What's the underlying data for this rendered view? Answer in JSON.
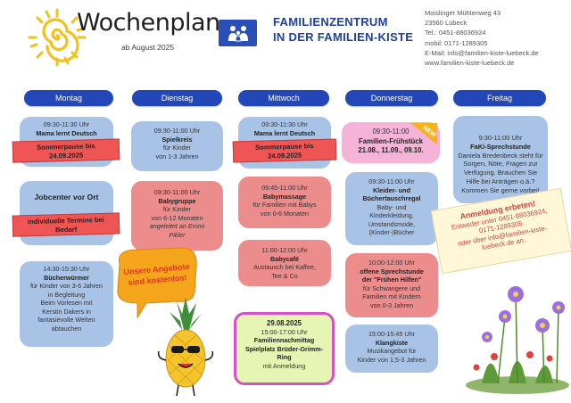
{
  "header": {
    "title": "Wochenplan",
    "subtitle": "ab August 2025",
    "center_name_1": "FAMILIENZENTRUM",
    "center_name_2": "IN DER FAMILIEN-KISTE",
    "contact": [
      "Moislinger Mühlenweg 43",
      "23560 Lübeck",
      "Tel.: 0451-88036924",
      "mobil: 0171-1289305",
      "E-Mail: info@familien-kiste-luebeck.de",
      "www.familien-kiste-luebeck.de"
    ]
  },
  "days": [
    "Montag",
    "Dienstag",
    "Mittwoch",
    "Donnerstag",
    "Freitag"
  ],
  "cards": {
    "mo1": [
      "09:30-11:30 Uhr",
      "Mama lernt Deutsch"
    ],
    "mo1_banner": [
      "Sommerpause bis",
      "24.09.2025"
    ],
    "mo2": [
      "Jobcenter vor Ort"
    ],
    "mo2_banner": [
      "individuelle Termine bei",
      "Bedarf"
    ],
    "mo3": [
      "14:30-15:30 Uhr",
      "Bücherwürmer",
      "für Kinder von 3-6 Jahren",
      "in Begleitung",
      "Beim Vorlesen mit",
      "Kerstin Dakers in",
      "fantasievolle Welten",
      "abtauchen"
    ],
    "di1": [
      "09:30-11:00 Uhr",
      "Spielkreis",
      "für Kinder",
      "von 1-3 Jahren"
    ],
    "di2": [
      "09:30-11:00 Uhr",
      "Babygruppe",
      "für Kinder",
      "von 6-12 Monaten",
      "angeleitet an Emmi",
      "Pikler"
    ],
    "mi1": [
      "09:30-11:30 Uhr",
      "Mama lernt Deutsch"
    ],
    "mi1_banner": [
      "Sommerpause bis",
      "24.09.2025"
    ],
    "mi2": [
      "09:45-11:00 Uhr",
      "Babymassage",
      "für Familien mit Babys",
      "von 0-6 Monaten"
    ],
    "mi3": [
      "11:00-12:00 Uhr",
      "Babycafé",
      "Austausch bei Kaffee,",
      "Tee & Co"
    ],
    "mi4": [
      "29.08.2025",
      "15:00-17:00 Uhr",
      "Familiennachmittag",
      "Spielplatz Brüder-Grimm-",
      "Ring",
      "mit Anmeldung"
    ],
    "do1": [
      "09:30-11:00",
      "Familien-Frühstück",
      "21.08., 11.09., 09.10."
    ],
    "do2": [
      "09:30-11:00 Uhr",
      "Kleider- und",
      "Büchertauschregal",
      "Baby- und",
      "Kinderkleidung,",
      "Umstandsmode,",
      "(Kinder-)Bücher"
    ],
    "do3": [
      "10:00-12:00 Uhr",
      "offene Sprechstunde",
      "der \"Frühen Hilfen\"",
      "für Schwangere und",
      "Familien mit Kindern",
      "von 0-3 Jahren"
    ],
    "do4": [
      "15:00-15:45 Uhr",
      "Klangkiste",
      "Musikangebot für",
      "Kinder von 1,5-3 Jahren"
    ],
    "fr1": [
      "9:30-11:00 Uhr",
      "FaKi-Sprechstunde",
      "Daniela Bredenbeck steht für",
      "Sorgen, Nöte, Fragen zur",
      "Verfügung. Brauchen Sie",
      "Hilfe bei Anträgen o.ä.?",
      "Kommen Sie gerne vorbei!"
    ]
  },
  "new_badge": "NEW",
  "sign": [
    "Anmeldung erbeten!",
    "Entweder unter 0451-88036924,",
    "0171-1289305",
    "oder über info@familien-kiste-",
    "luebeck.de an."
  ],
  "bubble": [
    "Unsere Angebote",
    "sind kostenlos!"
  ],
  "colors": {
    "day_header": "#2347b9",
    "card_blue": "#a9c3e6",
    "card_red": "#ec8c8c",
    "card_pink": "#f6b3d8",
    "card_green": "#e6f4b4",
    "banner_red": "#f05555",
    "brand_blue": "#1e3f9e",
    "sun": "#f3c11c"
  },
  "icons": [
    "sun-logo-icon",
    "family-logo-icon",
    "new-badge-icon",
    "speech-bubble-icon",
    "pineapple-mascot-icon",
    "flowers-icon"
  ]
}
